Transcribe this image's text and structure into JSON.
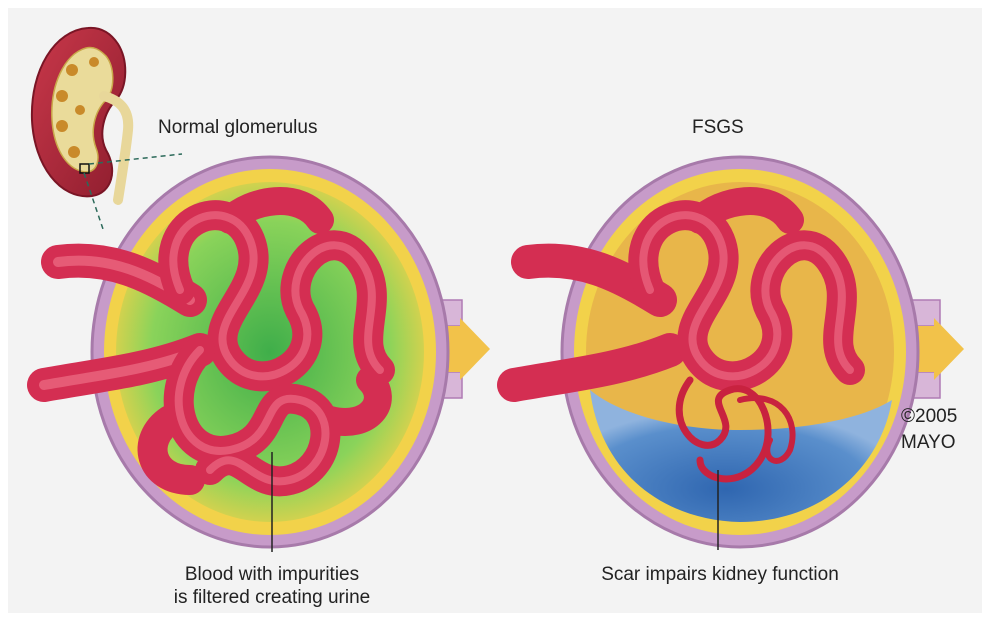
{
  "labels": {
    "normal_title": "Normal glomerulus",
    "fsgs_title": "FSGS",
    "copyright_line1": "©2005",
    "copyright_line2": "MAYO",
    "normal_caption_line1": "Blood with impurities",
    "normal_caption_line2": "is filtered creating urine",
    "fsgs_caption": "Scar impairs kidney function"
  },
  "colors": {
    "background": "#f3f3f3",
    "vessel": "#e23a5c",
    "vessel_highlight": "#f27a90",
    "capsule_membrane": "#c79bc9",
    "capsule_fill": "#f2d24a",
    "filtrate": "#6cc96a",
    "scar": "#3a78b8",
    "urine_arrow": "#f2c24a",
    "kidney_cortex": "#b8283a",
    "kidney_medulla": "#eadb9a"
  }
}
